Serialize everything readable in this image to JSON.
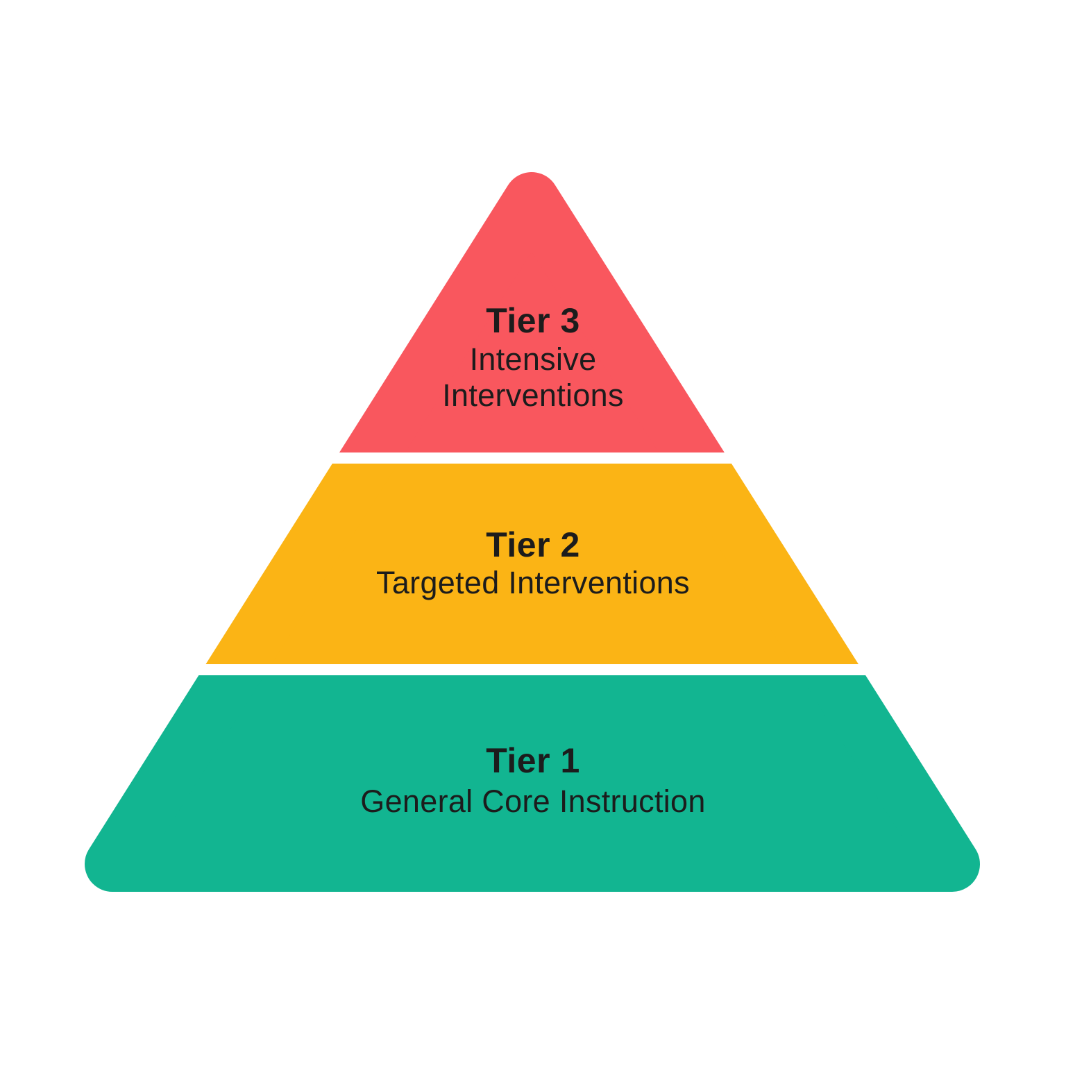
{
  "diagram": {
    "type": "pyramid",
    "background_color": "#ffffff",
    "text_color": "#1c1c1c",
    "gap_color": "#ffffff",
    "tiers": [
      {
        "id": "tier-3",
        "label": "Tier 3",
        "description": "Intensive Interventions",
        "color": "#F9575E",
        "position": "top"
      },
      {
        "id": "tier-2",
        "label": "Tier 2",
        "description": "Targeted Interventions",
        "color": "#FBB415",
        "position": "middle"
      },
      {
        "id": "tier-1",
        "label": "Tier 1",
        "description": "General Core Instruction",
        "color": "#12B591",
        "position": "bottom"
      }
    ]
  }
}
